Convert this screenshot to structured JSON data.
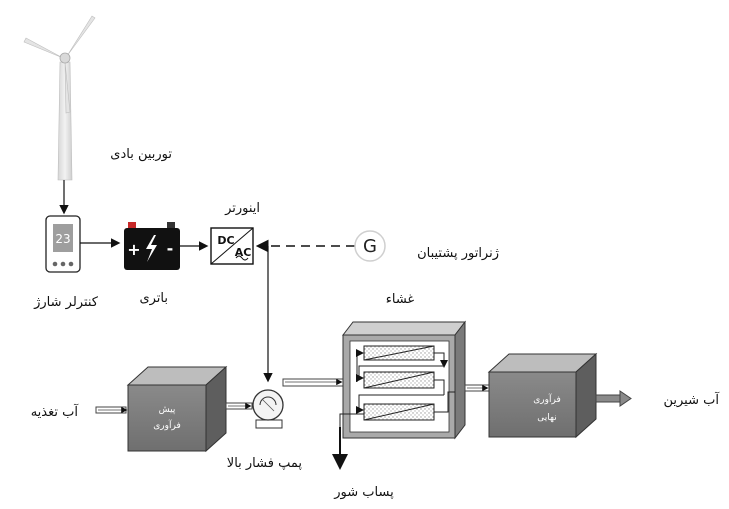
{
  "labels": {
    "wind_turbine": "توربین بادی",
    "inverter": "اینورتر",
    "backup_generator": "ژنراتور پشتیبان",
    "generator_symbol": "G",
    "charge_controller": "کنترلر شارژ",
    "battery": "باتری",
    "membrane": "غشاء",
    "feed_water": "آب تغذیه",
    "pretreatment_line1": "پیش",
    "pretreatment_line2": "فرآوری",
    "high_pressure_pump": "پمپ فشار بالا",
    "brine_discharge": "پساب شور",
    "post_treatment_line1": "فرآوری",
    "post_treatment_line2": "نهایی",
    "fresh_water": "آب شیرین",
    "controller_display": "23",
    "inverter_dc": "DC",
    "inverter_ac": "AC",
    "battery_plus": "+",
    "battery_minus": "-"
  }
}
